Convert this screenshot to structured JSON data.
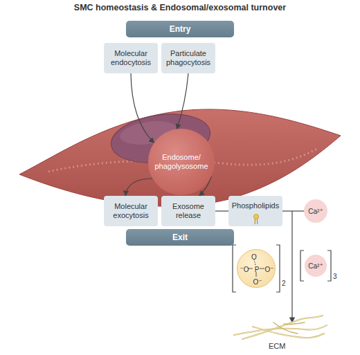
{
  "diagram": {
    "title": "SMC homeostasis & Endosomal/exosomal turnover",
    "nodes": [
      {
        "text": [
          "Entry"
        ]
      },
      {
        "text": [
          "Molecular endocytosis"
        ]
      },
      {
        "text": [
          "Particulate phagocytosis"
        ]
      },
      {
        "text": [
          "Endosome/ phagolysosome"
        ]
      },
      {
        "text": [
          "Molecular exocytosis"
        ]
      },
      {
        "text": [
          "Exosome release"
        ]
      },
      {
        "text": [
          "Exit"
        ]
      },
      {
        "text": [
          "Phospholipids"
        ]
      },
      {
        "text": [
          "Ca²⁺"
        ]
      },
      {
        "text": [
          "O",
          "⁻O",
          "P",
          "O⁻",
          "O⁻"
        ]
      },
      {
        "text": [
          "Ca²⁺"
        ]
      }
    ],
    "edges": [
      {
        "from": 1,
        "to": 3,
        "arrow": "to"
      },
      {
        "from": 2,
        "to": 3,
        "arrow": "to"
      },
      {
        "from": 3,
        "to": 4,
        "arrow": "to"
      },
      {
        "from": 3,
        "to": 5,
        "arrow": "to"
      },
      {
        "from": 5,
        "to": 7,
        "arrow": "none"
      },
      {
        "from": 7,
        "to": 8,
        "arrow": "none"
      }
    ],
    "labels": [
      "2",
      "3",
      "ECM"
    ]
  }
}
